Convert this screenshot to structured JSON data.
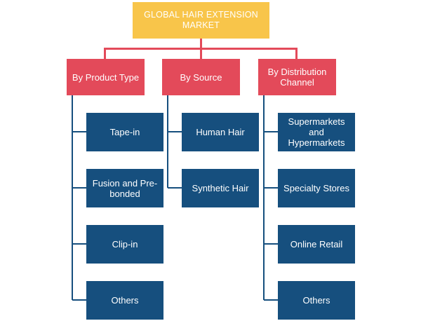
{
  "root": {
    "label": "GLOBAL HAIR EXTENSION\nMARKET"
  },
  "categories": [
    {
      "label": "By Product Type",
      "items": [
        "Tape-in",
        "Fusion and Pre-\nbonded",
        "Clip-in",
        "Others"
      ]
    },
    {
      "label": "By Source",
      "items": [
        "Human Hair",
        "Synthetic Hair"
      ]
    },
    {
      "label": "By Distribution\nChannel",
      "items": [
        "Supermarkets\nand\nHypermarkets",
        "Specialty Stores",
        "Online Retail",
        "Others"
      ]
    }
  ],
  "colors": {
    "root": "#f8c54a",
    "category": "#e34a5a",
    "leaf": "#164f7e"
  }
}
